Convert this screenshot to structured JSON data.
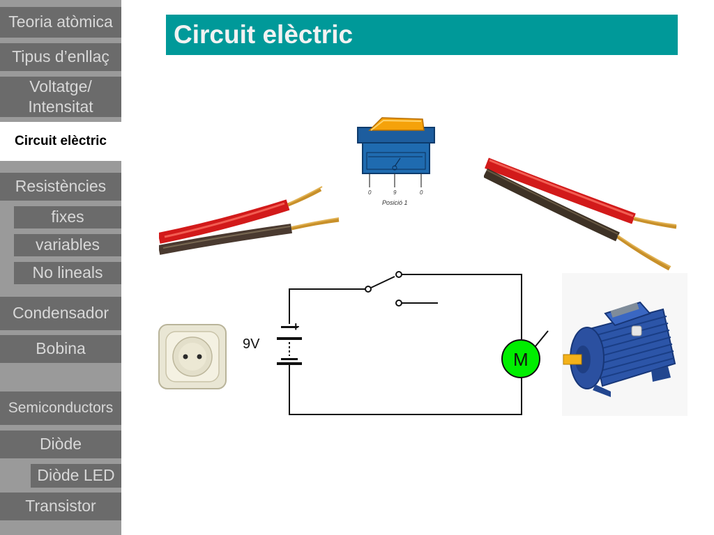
{
  "nav": {
    "teoria": "Teoria atòmica",
    "enllac": "Tipus d’enllaç",
    "voltatge_line1": "Voltatge/",
    "voltatge_line2": "Intensitat",
    "circuit": "Circuit elèctric",
    "resistencies": "Resistències",
    "fixes": "fixes",
    "variables": "variables",
    "no_lineals": "No lineals",
    "condensador": "Condensador",
    "bobina": "Bobina",
    "semiconductors": "Semiconductors",
    "diode": "Diòde",
    "diode_led": "Diòde LED",
    "transistor": "Transistor"
  },
  "slide": {
    "title": "Circuit elèctric"
  },
  "switch_image": {
    "caption": "Posició 1",
    "pin_labels": [
      "0",
      "9",
      "0"
    ]
  },
  "circuit": {
    "battery_label": "9V",
    "plus_sign": "+",
    "motor_label": "M"
  },
  "colors": {
    "sidebar_bg": "#9a9a9a",
    "nav_button": "#6b6b6b",
    "nav_text": "#d8d8d8",
    "active_button": "#ffffff",
    "title_bar": "#009999",
    "motor_green": "#00ee00"
  }
}
